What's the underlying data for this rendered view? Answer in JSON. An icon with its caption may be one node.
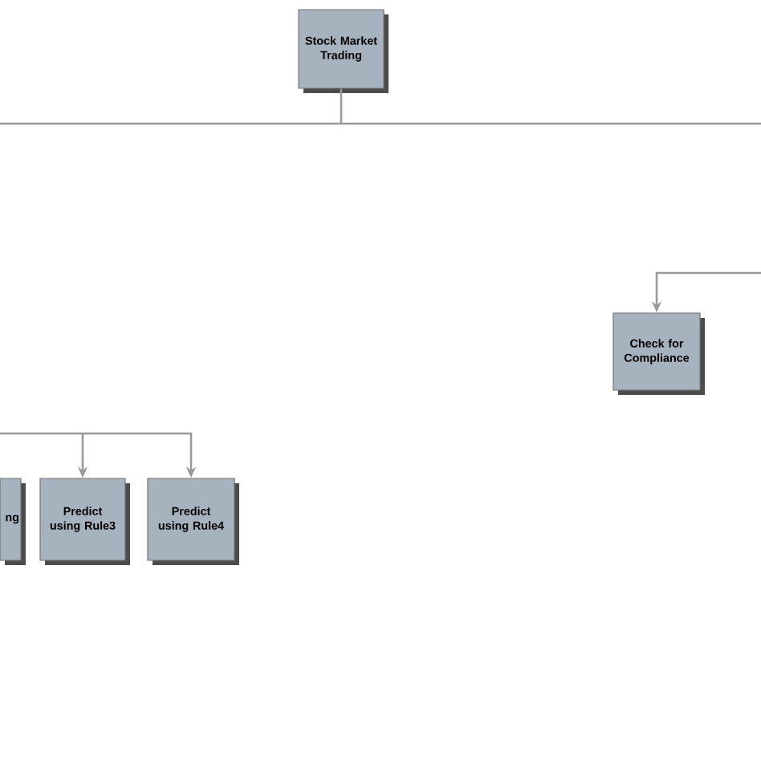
{
  "diagram": {
    "nodes": [
      {
        "text": [
          "Stock Market Trading"
        ]
      },
      {
        "text": [
          "Check for Compliance"
        ]
      },
      {
        "text": [
          "ng"
        ]
      },
      {
        "text": [
          "Predict using Rule3"
        ]
      },
      {
        "text": [
          "Predict using Rule4"
        ]
      }
    ],
    "edges": [
      {
        "from": 0,
        "to": null,
        "arrow": "none"
      },
      {
        "from": null,
        "to": 1,
        "arrow": "to"
      },
      {
        "from": null,
        "to": 3,
        "arrow": "to"
      },
      {
        "from": null,
        "to": 4,
        "arrow": "to"
      }
    ]
  }
}
